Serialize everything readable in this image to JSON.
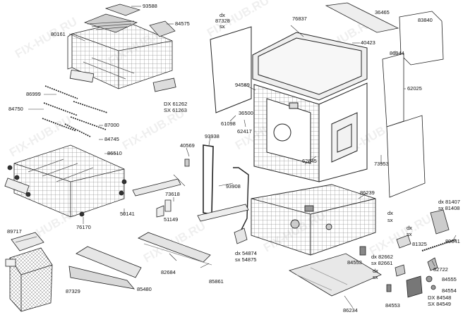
{
  "watermark_text": "FIX-HUB.RU",
  "part_numbers": {
    "p93588": "93588",
    "p84575": "84575",
    "p80161": "80161",
    "p86999": "86999",
    "p84750": "84750",
    "p87000": "87000",
    "p84745": "84745",
    "p86510": "86510",
    "p76170": "76170",
    "p50141": "50141",
    "p89717": "89717",
    "p87329": "87329",
    "p85480": "85480",
    "p82684": "82684",
    "p85861": "85861",
    "p73618": "73618",
    "p51149": "51149",
    "p40569": "40569",
    "p93938": "93938",
    "p93908": "93908",
    "p61098": "61098",
    "p36500": "36500",
    "p62417": "62417",
    "p94589": "94589",
    "p76837": "76837",
    "p87328_dx": "dx",
    "p87328": "87328",
    "p87328_sx": "sx",
    "p36465": "36465",
    "p83840": "83840",
    "p40423": "40423",
    "p86944": "86944",
    "p62025": "62025",
    "p62845": "62845",
    "p73953": "73953",
    "p86239": "86239",
    "p54874": "dx 54874",
    "p54875": "sx 54875",
    "p82662": "dx 82662",
    "p82661": "sx 82661",
    "p84553a": "84553",
    "p84553b": "84553",
    "p86234": "86234",
    "p61262": "DX 61262",
    "p61263": "SX 61263",
    "p81407": "dx 81407",
    "p81408": "sx 81408",
    "p89041": "89041",
    "p81325": "81325",
    "p82722": "82722",
    "p84555": "84555",
    "p84554": "84554",
    "p84548": "DX 84548",
    "p84549": "SX 84549",
    "dxsx_1_dx": "dx",
    "dxsx_1_sx": "sx",
    "dxsx_2_dx": "dx",
    "dxsx_2_sx": "sx",
    "dxsx_3_dx": "dx",
    "dxsx_3_sx": "sx"
  }
}
